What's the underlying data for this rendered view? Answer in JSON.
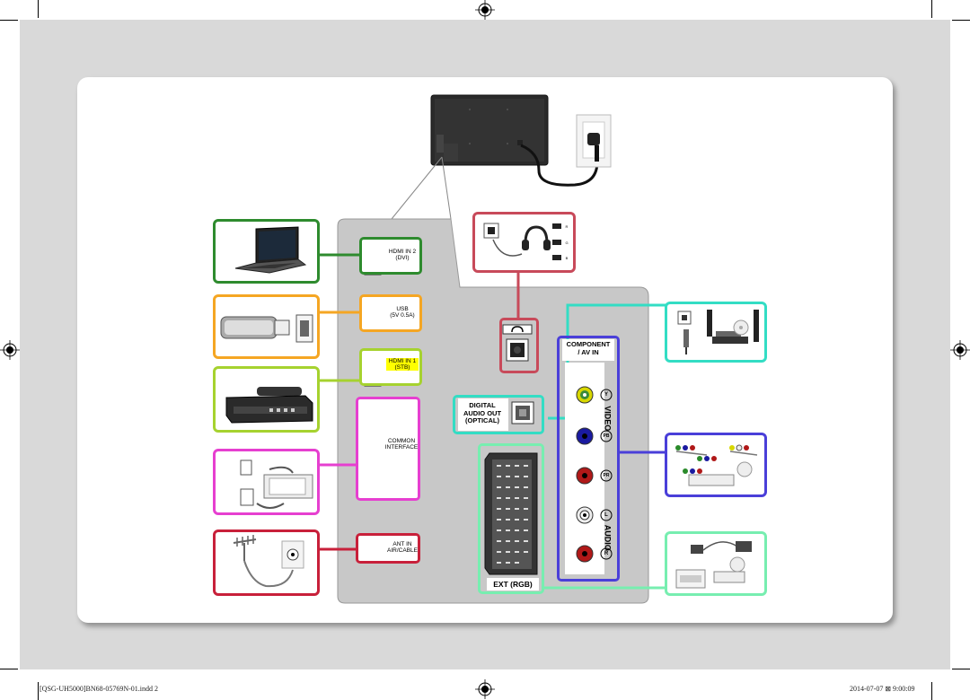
{
  "ports": {
    "hdmi2_line1": "HDMI IN 2",
    "hdmi2_line2": "(DVI)",
    "usb_line1": "USB",
    "usb_line2": "(5V 0.5A)",
    "hdmi1_line1": "HDMI IN 1",
    "hdmi1_line2": "(STB)",
    "ci_line1": "COMMON",
    "ci_line2": "INTERFACE",
    "ant_line1": "ANT IN",
    "ant_line2": "AIR/CABLE",
    "digital_line1": "DIGITAL",
    "digital_line2": "AUDIO OUT",
    "digital_line3": "(OPTICAL)",
    "component_line1": "COMPONENT",
    "component_line2": "/ AV IN",
    "video_label": "VIDEO",
    "audio_label": "AUDIO",
    "y_mark": "Y",
    "pb_mark": "PB",
    "pr_mark": "PR",
    "l_mark": "L",
    "r_mark": "R",
    "ext_label": "EXT (RGB)",
    "headphone_marks": [
      "R",
      "G",
      "B"
    ]
  },
  "colors": {
    "hdmi2_frame": "#2e8b2e",
    "usb_frame": "#f5a623",
    "hdmi1_frame": "#a6d22f",
    "ci_frame": "#e63fd0",
    "ant_frame": "#c8203a",
    "headphone_frame": "#c84a5a",
    "digital_frame": "#33ddc4",
    "component_frame": "#4a3fd9",
    "ext_frame": "#77eeb0",
    "hdmi1_highlight": "#ffff00",
    "panel_grey": "#c8c8c8"
  },
  "footer": {
    "file": "[QSG-UH5000]BN68-05769N-01.indd   2",
    "date": "2014-07-07   ⊠ 9:00:09"
  }
}
